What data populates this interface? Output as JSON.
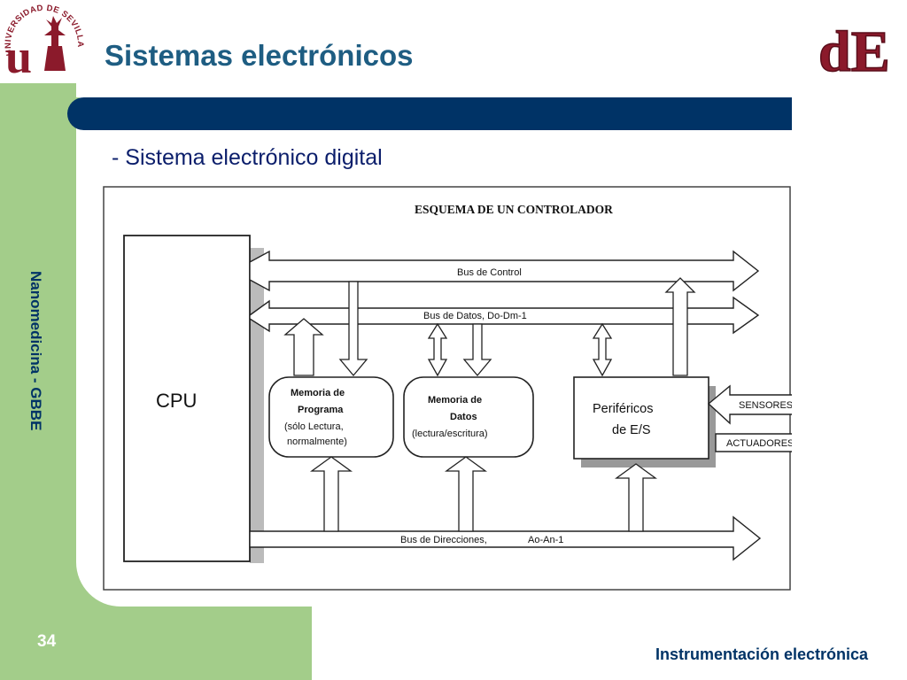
{
  "header": {
    "title": "Sistemas electrónicos",
    "subtitle": "- Sistema electrónico digital"
  },
  "sidebar": {
    "vertical_label": "Nanomedicina -  GBBE"
  },
  "footer": {
    "page_number": "34",
    "course": "Instrumentación electrónica"
  },
  "logos": {
    "university_arc_text": "UNIVERSIDAD DE SEVILLA",
    "university_initials": "u",
    "department_initials": "dE"
  },
  "diagram": {
    "heading": "ESQUEMA DE UN CONTROLADOR",
    "cpu": "CPU",
    "bus_control": "Bus de Control",
    "bus_datos": "Bus de Datos,  Do-Dm-1",
    "bus_direcciones": "Bus de Direcciones,",
    "bus_direcciones_range": "Ao-An-1",
    "mem_programa": [
      "Memoria de",
      "Programa",
      "(sólo Lectura,",
      "normalmente)"
    ],
    "mem_datos": [
      "Memoria de",
      "Datos",
      "(lectura/escritura)"
    ],
    "perifericos": [
      "Periféricos",
      "de E/S"
    ],
    "sensores": "SENSORES",
    "actuadores": "ACTUADORES"
  },
  "colors": {
    "green": "#a3cd8a",
    "navy": "#003366",
    "title_blue": "#1e5d82",
    "logo_red": "#8b1a2b"
  }
}
